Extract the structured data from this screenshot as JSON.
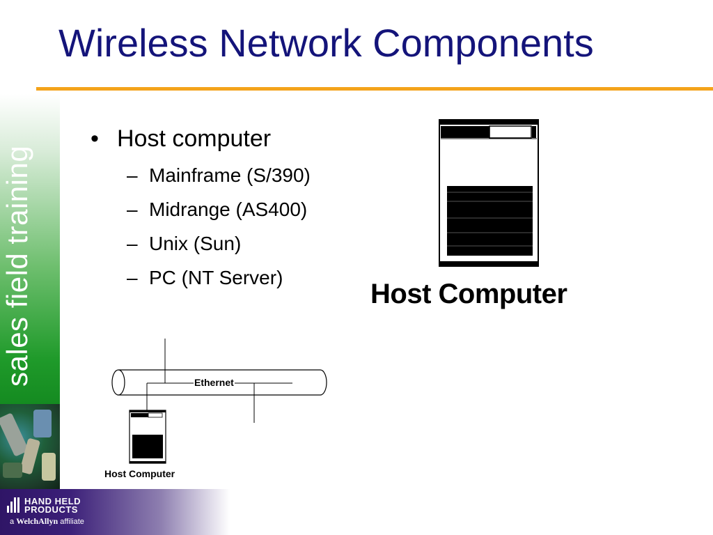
{
  "title": "Wireless Network Components",
  "sidebar": {
    "text": "sales field training"
  },
  "bullets": {
    "main": "Host computer",
    "items": [
      "Mainframe (S/390)",
      "Midrange (AS400)",
      "Unix (Sun)",
      "PC (NT Server)"
    ],
    "bullet_glyph": "•",
    "dash_glyph": "–"
  },
  "figure": {
    "label": "Host Computer"
  },
  "diagram": {
    "network_label": "Ethernet",
    "host_label": "Host Computer"
  },
  "footer": {
    "logo_line1": "HAND HELD",
    "logo_line2": "PRODUCTS",
    "affiliate_prefix": "a",
    "affiliate_brand": "WelchAllyn",
    "affiliate_suffix": "affiliate"
  },
  "colors": {
    "title": "#14147a",
    "rule": "#f4a31a",
    "sidebar_green": "#1f9a2a",
    "footer_purple": "#2f1566"
  }
}
